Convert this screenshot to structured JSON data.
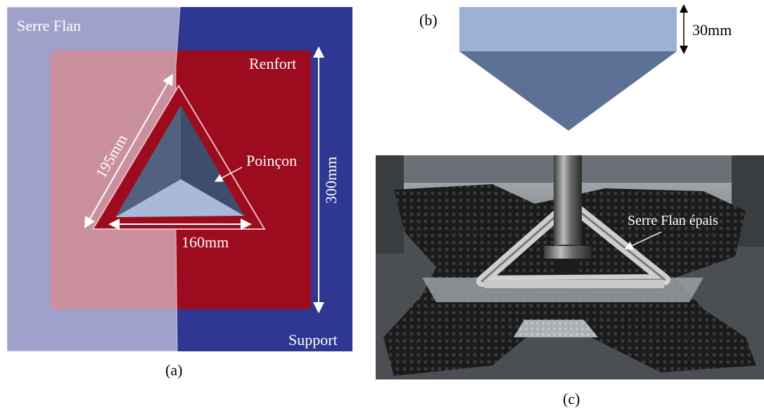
{
  "panel_a": {
    "caption": "(a)",
    "serre_flan_label": "Serre Flan",
    "renfort_label": "Renfort",
    "support_label": "Support",
    "poincon_label": "Poinçon",
    "dim_side": "195mm",
    "dim_base": "160mm",
    "dim_height": "300mm",
    "colors": {
      "support": "#2e3792",
      "renfort": "#9c0b1e",
      "serre_flan_overlay": "#c8c3d6",
      "punch_dark": "#4a5a7a",
      "punch_light": "#a9bad8"
    }
  },
  "panel_b": {
    "caption": "(b)",
    "dim_thickness": "30mm",
    "colors": {
      "top": "#9db1d6",
      "bottom": "#5d7196"
    }
  },
  "panel_c": {
    "caption": "(c)",
    "annotation": "Serre Flan épais"
  }
}
